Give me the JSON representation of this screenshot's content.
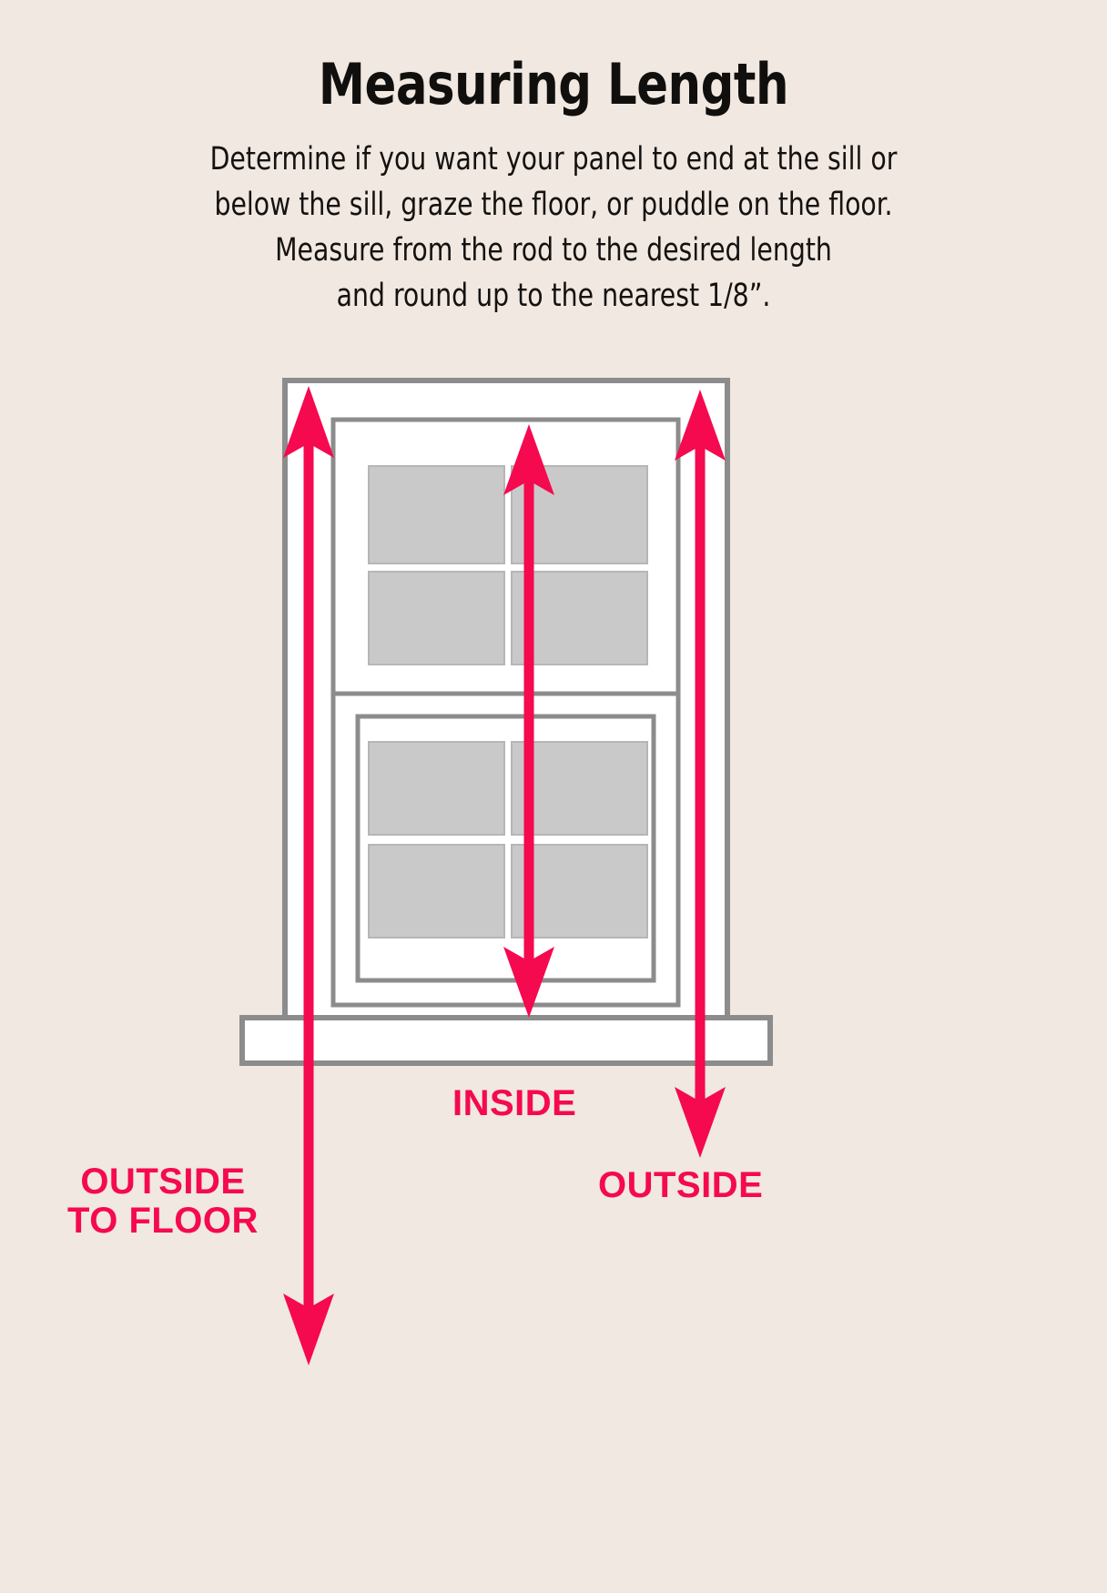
{
  "page": {
    "background_color": "#f0e8e1",
    "accent_color": "#f5094f",
    "text_color": "#100f0d",
    "frame_color": "#8c8c8c",
    "pane_color": "#c9c9c9"
  },
  "header": {
    "title": "Measuring Length",
    "description_lines": [
      "Determine if you want your panel to end at the sill or",
      "below the sill, graze the floor, or puddle on the floor.",
      "Measure from the rod to the desired length",
      "and round up to the nearest 1/8”."
    ]
  },
  "diagram": {
    "name": "window-measuring-diagram",
    "window": {
      "casing_label": "window-casing",
      "upper_sash_panes": 4,
      "lower_sash_panes": 4,
      "sill_label": "window-sill"
    },
    "measurements": [
      {
        "id": "outside-to-floor",
        "label_lines": [
          "OUTSIDE",
          "TO FLOOR"
        ],
        "arrow_style": "double-headed-vertical",
        "from": "top of window casing",
        "to": "floor"
      },
      {
        "id": "inside",
        "label_lines": [
          "INSIDE"
        ],
        "arrow_style": "double-headed-vertical",
        "from": "top of window sash",
        "to": "window sill"
      },
      {
        "id": "outside",
        "label_lines": [
          "OUTSIDE"
        ],
        "arrow_style": "double-headed-vertical",
        "from": "top of window casing",
        "to": "below window sill"
      }
    ]
  },
  "labels": {
    "inside": "INSIDE",
    "outside": "OUTSIDE",
    "outside_to_floor_line1": "OUTSIDE",
    "outside_to_floor_line2": "TO FLOOR"
  }
}
